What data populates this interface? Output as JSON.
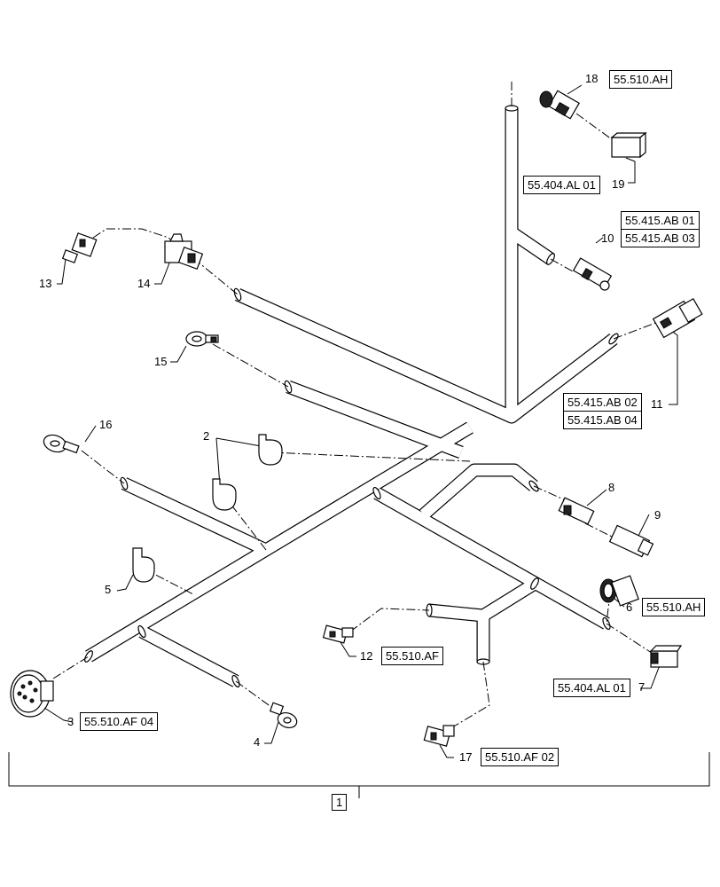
{
  "callouts": {
    "c1": "1",
    "c2": "2",
    "c3": "3",
    "c4": "4",
    "c5": "5",
    "c6": "6",
    "c7": "7",
    "c8": "8",
    "c9": "9",
    "c10": "10",
    "c11": "11",
    "c12": "12",
    "c13": "13",
    "c14": "14",
    "c15": "15",
    "c16": "16",
    "c17": "17",
    "c18": "18",
    "c19": "19"
  },
  "refs": {
    "r18": "55.510.AH",
    "r19": "55.404.AL 01",
    "r10a": "55.415.AB 01",
    "r10b": "55.415.AB 03",
    "r11a": "55.415.AB 02",
    "r11b": "55.415.AB 04",
    "r6": "55.510.AH",
    "r7": "55.404.AL 01",
    "r12": "55.510.AF",
    "r3": "55.510.AF 04",
    "r17": "55.510.AF 02"
  }
}
